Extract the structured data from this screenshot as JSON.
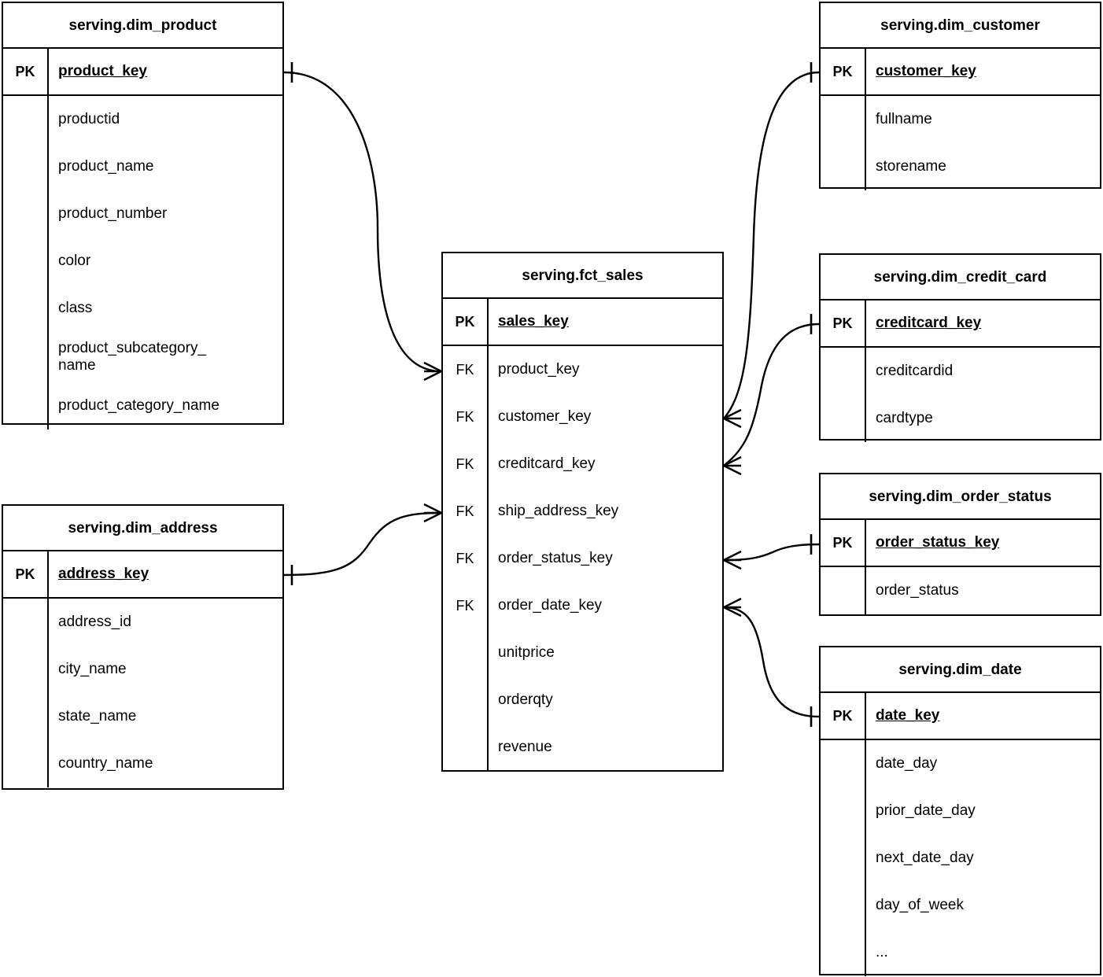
{
  "diagram": {
    "type": "entity-relationship-diagram",
    "notation": "crow's-foot",
    "background_color": "#ffffff",
    "line_color": "#000000",
    "text_color": "#000000",
    "key_labels": {
      "primary": "PK",
      "foreign": "FK"
    },
    "ellipsis": "..."
  },
  "entities": [
    {
      "id": "dim_product",
      "title": "serving.dim_product",
      "pk": {
        "badge": "PK",
        "name": "product_key"
      },
      "attributes": [
        "productid",
        "product_name",
        "product_number",
        "color",
        "class",
        "product_subcategory_\nname",
        "product_category_name"
      ]
    },
    {
      "id": "dim_address",
      "title": "serving.dim_address",
      "pk": {
        "badge": "PK",
        "name": "address_key"
      },
      "attributes": [
        "address_id",
        "city_name",
        "state_name",
        "country_name"
      ]
    },
    {
      "id": "fct_sales",
      "title": "serving.fct_sales",
      "pk": {
        "badge": "PK",
        "name": "sales_key"
      },
      "foreign_keys": [
        {
          "badge": "FK",
          "name": "product_key"
        },
        {
          "badge": "FK",
          "name": "customer_key"
        },
        {
          "badge": "FK",
          "name": "creditcard_key"
        },
        {
          "badge": "FK",
          "name": "ship_address_key"
        },
        {
          "badge": "FK",
          "name": "order_status_key"
        },
        {
          "badge": "FK",
          "name": "order_date_key"
        }
      ],
      "measures": [
        "unitprice",
        "orderqty",
        "revenue"
      ]
    },
    {
      "id": "dim_customer",
      "title": "serving.dim_customer",
      "pk": {
        "badge": "PK",
        "name": "customer_key"
      },
      "attributes": [
        "fullname",
        "storename"
      ]
    },
    {
      "id": "dim_credit_card",
      "title": "serving.dim_credit_card",
      "pk": {
        "badge": "PK",
        "name": "creditcard_key"
      },
      "attributes": [
        "creditcardid",
        "cardtype"
      ]
    },
    {
      "id": "dim_order_status",
      "title": "serving.dim_order_status",
      "pk": {
        "badge": "PK",
        "name": "order_status_key"
      },
      "attributes": [
        "order_status"
      ]
    },
    {
      "id": "dim_date",
      "title": "serving.dim_date",
      "pk": {
        "badge": "PK",
        "name": "date_key"
      },
      "attributes": [
        "date_day",
        "prior_date_day",
        "next_date_day",
        "day_of_week",
        "..."
      ]
    }
  ],
  "relationships": [
    {
      "from": "dim_product",
      "from_field": "product_key",
      "to": "fct_sales",
      "to_field": "product_key",
      "from_cardinality": "one",
      "to_cardinality": "many"
    },
    {
      "from": "dim_address",
      "from_field": "address_key",
      "to": "fct_sales",
      "to_field": "ship_address_key",
      "from_cardinality": "one",
      "to_cardinality": "many"
    },
    {
      "from": "dim_customer",
      "from_field": "customer_key",
      "to": "fct_sales",
      "to_field": "customer_key",
      "from_cardinality": "one",
      "to_cardinality": "many"
    },
    {
      "from": "dim_credit_card",
      "from_field": "creditcard_key",
      "to": "fct_sales",
      "to_field": "creditcard_key",
      "from_cardinality": "one",
      "to_cardinality": "many"
    },
    {
      "from": "dim_order_status",
      "from_field": "order_status_key",
      "to": "fct_sales",
      "to_field": "order_status_key",
      "from_cardinality": "one",
      "to_cardinality": "many"
    },
    {
      "from": "dim_date",
      "from_field": "date_key",
      "to": "fct_sales",
      "to_field": "order_date_key",
      "from_cardinality": "one",
      "to_cardinality": "many"
    }
  ]
}
